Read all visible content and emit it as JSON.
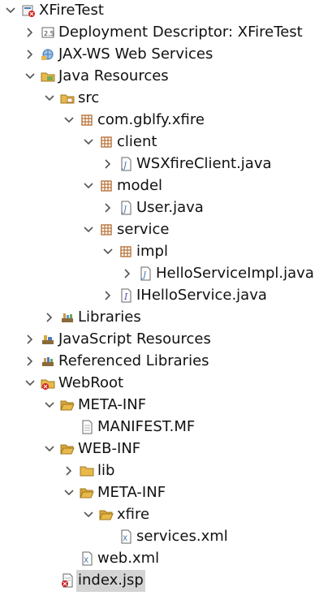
{
  "tree": {
    "nodes": [
      {
        "label": "XFireTest",
        "icon": "web-project-icon",
        "twisty": "expanded"
      },
      {
        "label": "Deployment Descriptor: XFireTest",
        "icon": "deployment-descriptor-icon",
        "twisty": "collapsed"
      },
      {
        "label": "JAX-WS Web Services",
        "icon": "web-services-icon",
        "twisty": "collapsed"
      },
      {
        "label": "Java Resources",
        "icon": "java-resources-icon",
        "twisty": "expanded"
      },
      {
        "label": "src",
        "icon": "source-folder-icon",
        "twisty": "expanded"
      },
      {
        "label": "com.gblfy.xfire",
        "icon": "package-icon",
        "twisty": "expanded"
      },
      {
        "label": "client",
        "icon": "package-icon",
        "twisty": "expanded"
      },
      {
        "label": "WSXfireClient.java",
        "icon": "java-file-icon",
        "twisty": "collapsed"
      },
      {
        "label": "model",
        "icon": "package-icon",
        "twisty": "expanded"
      },
      {
        "label": "User.java",
        "icon": "java-file-icon",
        "twisty": "collapsed"
      },
      {
        "label": "service",
        "icon": "package-icon",
        "twisty": "expanded"
      },
      {
        "label": "impl",
        "icon": "package-icon",
        "twisty": "expanded"
      },
      {
        "label": "HelloServiceImpl.java",
        "icon": "java-file-icon",
        "twisty": "collapsed"
      },
      {
        "label": "IHelloService.java",
        "icon": "java-interface-file-icon",
        "twisty": "collapsed"
      },
      {
        "label": "Libraries",
        "icon": "libraries-icon",
        "twisty": "collapsed"
      },
      {
        "label": "JavaScript Resources",
        "icon": "javascript-resources-icon",
        "twisty": "collapsed"
      },
      {
        "label": "Referenced Libraries",
        "icon": "referenced-libraries-icon",
        "twisty": "collapsed"
      },
      {
        "label": "WebRoot",
        "icon": "webroot-folder-icon",
        "twisty": "expanded"
      },
      {
        "label": "META-INF",
        "icon": "folder-open-icon",
        "twisty": "expanded"
      },
      {
        "label": "MANIFEST.MF",
        "icon": "file-icon",
        "twisty": "none"
      },
      {
        "label": "WEB-INF",
        "icon": "folder-open-icon",
        "twisty": "expanded"
      },
      {
        "label": "lib",
        "icon": "folder-icon",
        "twisty": "collapsed"
      },
      {
        "label": "META-INF",
        "icon": "folder-open-icon",
        "twisty": "expanded"
      },
      {
        "label": "xfire",
        "icon": "folder-open-icon",
        "twisty": "expanded"
      },
      {
        "label": "services.xml",
        "icon": "xml-file-icon",
        "twisty": "none"
      },
      {
        "label": "web.xml",
        "icon": "xml-file-icon",
        "twisty": "none"
      },
      {
        "label": "index.jsp",
        "icon": "jsp-file-icon",
        "twisty": "none",
        "selected": true
      }
    ]
  },
  "colors": {
    "selection": "#d4d4d4",
    "twisty": "#555555",
    "folder": "#e8b84a",
    "package": "#b8733a",
    "java": "#3a6fb0",
    "error": "#d02020"
  }
}
